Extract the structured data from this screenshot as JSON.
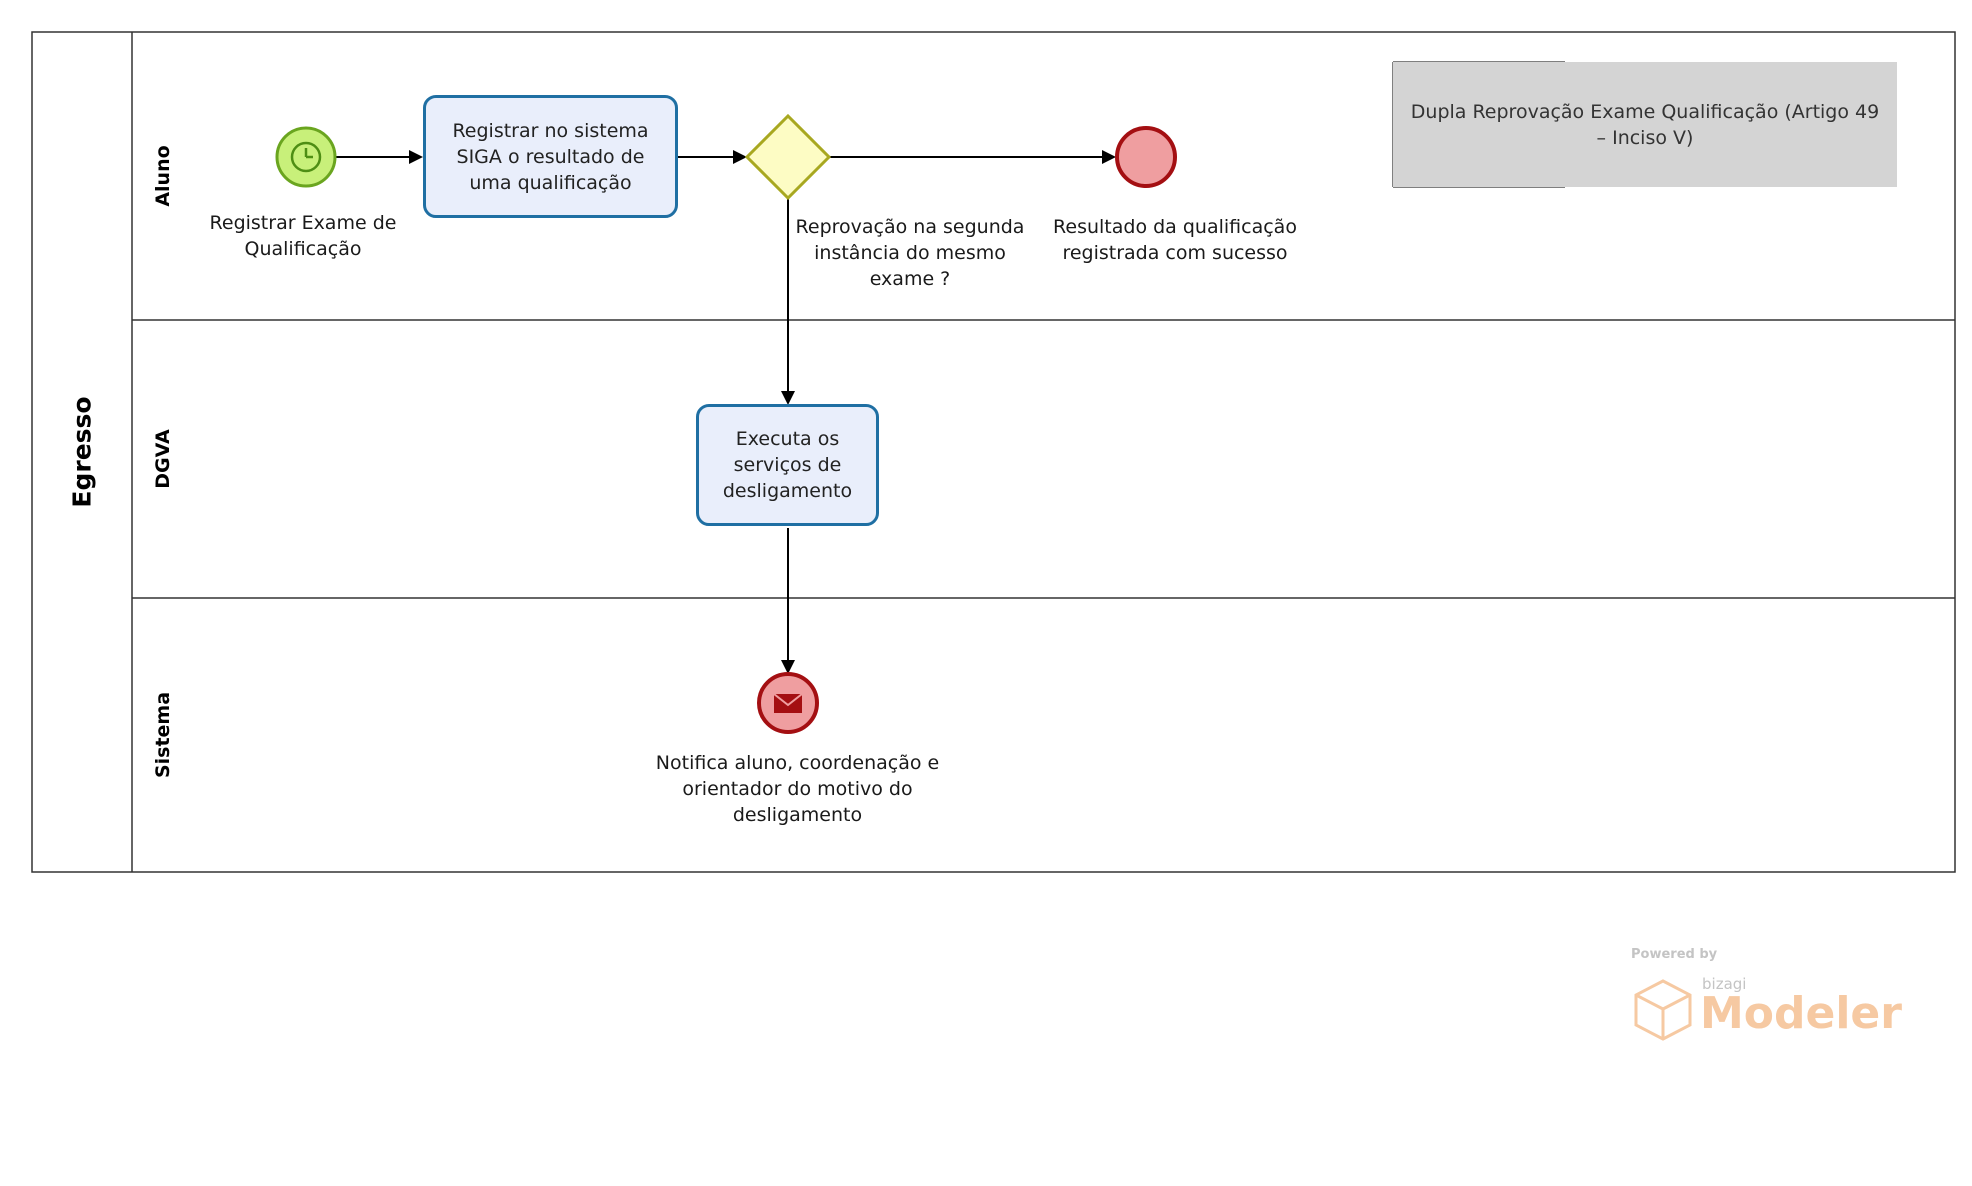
{
  "pool": {
    "name": "Egresso"
  },
  "lanes": [
    {
      "name": "Aluno"
    },
    {
      "name": "DGVA"
    },
    {
      "name": "Sistema"
    }
  ],
  "nodes": {
    "start_event": {
      "label": "Registrar Exame de Qualificação",
      "icon": "clock-icon",
      "color": "#c8f07a"
    },
    "task_register": {
      "label": "Registrar no sistema SIGA o resultado de uma qualificação",
      "color": "#e9eefb"
    },
    "gateway": {
      "label": "Reprovação na segunda instância do mesmo exame ?",
      "color": "#fdfcc4"
    },
    "end_success": {
      "label": "Resultado da qualificação registrada com sucesso",
      "color": "#ef9ea0"
    },
    "task_desligamento": {
      "label": "Executa os serviços de desligamento",
      "color": "#e9eefb"
    },
    "end_message": {
      "label": "Notifica aluno, coordenação e orientador do motivo do desligamento",
      "icon": "envelope-icon",
      "color": "#ef9ea0"
    }
  },
  "annotation": {
    "text": "Dupla Reprovação Exame Qualificação (Artigo 49 – Inciso V)"
  },
  "watermark": {
    "powered_by": "Powered by",
    "brand": "bizagi",
    "product": "Modeler"
  },
  "colors": {
    "task_border": "#1f6fa3",
    "end_border": "#a40f12",
    "start_border": "#6aa51f",
    "gateway_border": "#a8a820"
  }
}
